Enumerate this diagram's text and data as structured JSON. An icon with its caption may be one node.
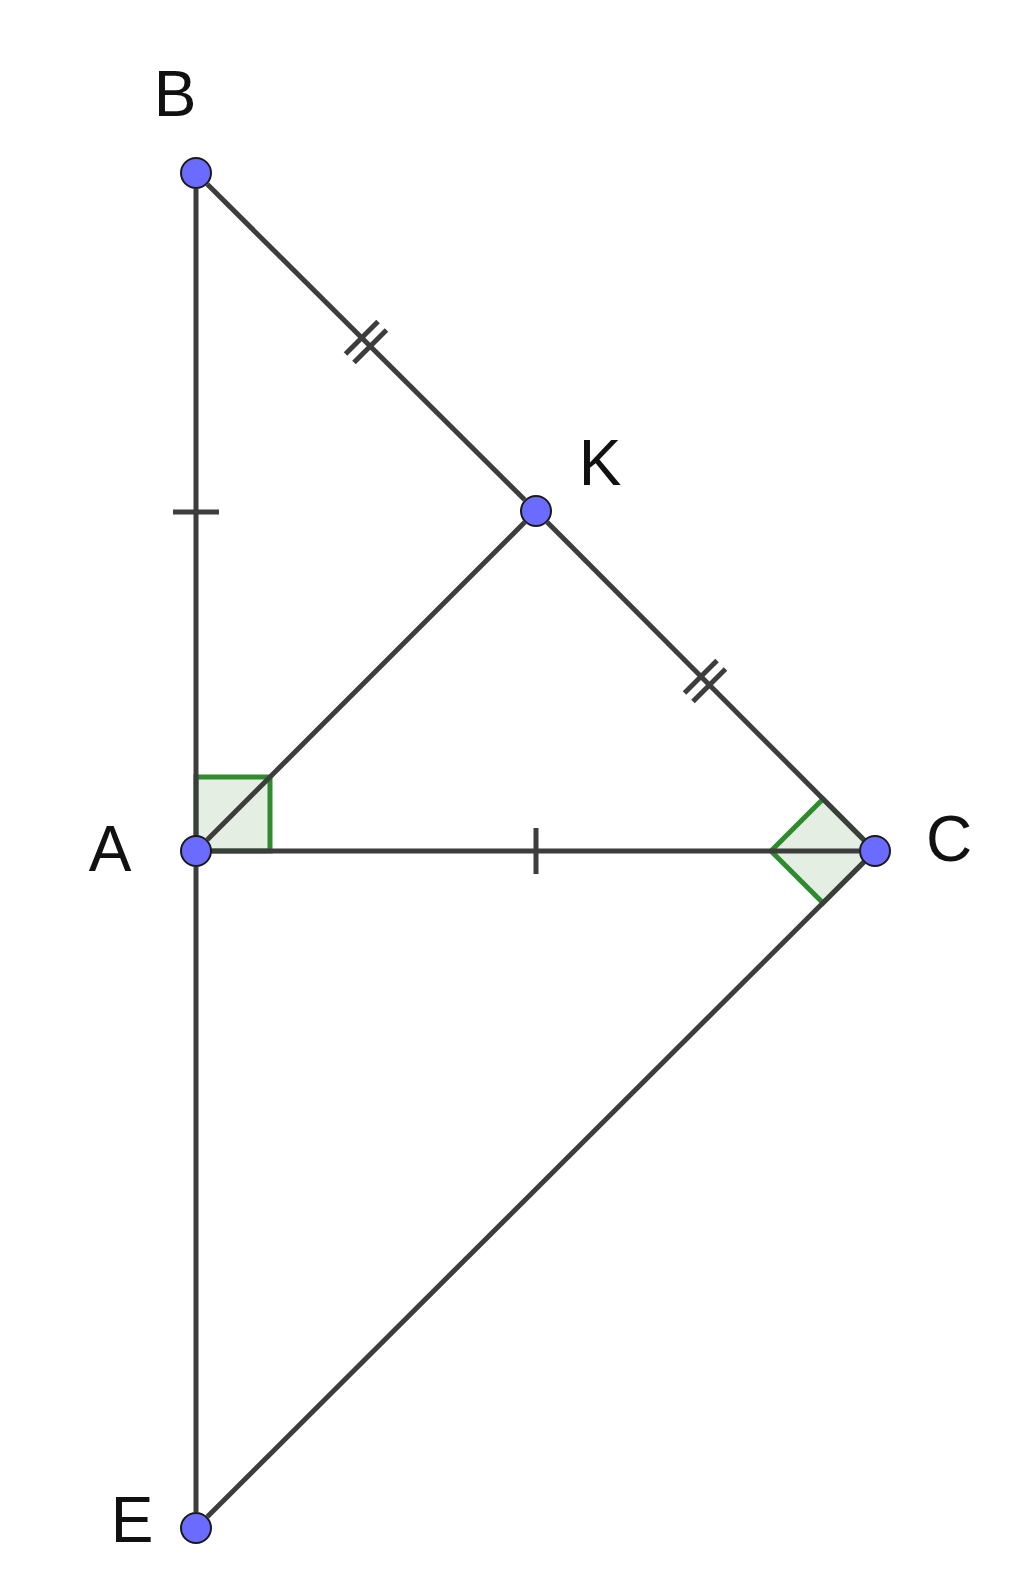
{
  "diagram": {
    "nodes": [
      {
        "text": [],
        "shape": "circle",
        "beside": [
          "B"
        ]
      },
      {
        "text": [],
        "shape": "circle",
        "beside": [
          "K"
        ]
      },
      {
        "text": [],
        "shape": "circle",
        "beside": [
          "A"
        ]
      },
      {
        "text": [],
        "shape": "circle",
        "beside": [
          "C"
        ]
      },
      {
        "text": [],
        "shape": "circle",
        "beside": [
          "E"
        ]
      }
    ],
    "edges": [
      {
        "from": 0,
        "to": 1,
        "arrow": "none"
      },
      {
        "from": 1,
        "to": 3,
        "arrow": "none"
      },
      {
        "from": 0,
        "to": 2,
        "arrow": "none"
      },
      {
        "from": 2,
        "to": 1,
        "arrow": "none"
      },
      {
        "from": 2,
        "to": 3,
        "arrow": "none"
      },
      {
        "from": 2,
        "to": 4,
        "arrow": "none"
      },
      {
        "from": 3,
        "to": 4,
        "arrow": "none"
      }
    ]
  }
}
